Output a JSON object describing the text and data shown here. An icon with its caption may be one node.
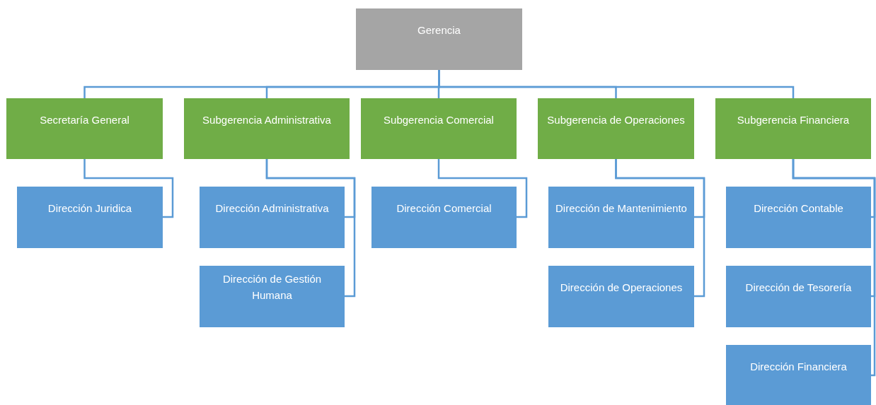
{
  "diagram": {
    "nodes": [
      {
        "text": [
          "Gerencia"
        ]
      },
      {
        "text": [
          "Secretaría General"
        ]
      },
      {
        "text": [
          "Dirección Juridica"
        ]
      },
      {
        "text": [
          "Subgerencia Administrativa"
        ]
      },
      {
        "text": [
          "Dirección Administrativa"
        ]
      },
      {
        "text": [
          "Dirección de Gestión Humana"
        ]
      },
      {
        "text": [
          "Subgerencia Comercial"
        ]
      },
      {
        "text": [
          "Dirección Comercial"
        ]
      },
      {
        "text": [
          "Subgerencia de Operaciones"
        ]
      },
      {
        "text": [
          "Dirección de Mantenimiento"
        ]
      },
      {
        "text": [
          "Dirección de Operaciones"
        ]
      },
      {
        "text": [
          "Subgerencia Financiera"
        ]
      },
      {
        "text": [
          "Dirección Contable"
        ]
      },
      {
        "text": [
          "Dirección de Tesorería"
        ]
      },
      {
        "text": [
          "Dirección Financiera"
        ]
      }
    ],
    "edges": [
      {
        "from": 0,
        "to": 1,
        "arrow": "none"
      },
      {
        "from": 0,
        "to": 3,
        "arrow": "none"
      },
      {
        "from": 0,
        "to": 6,
        "arrow": "none"
      },
      {
        "from": 0,
        "to": 8,
        "arrow": "none"
      },
      {
        "from": 0,
        "to": 11,
        "arrow": "none"
      },
      {
        "from": 1,
        "to": 2,
        "arrow": "none"
      },
      {
        "from": 3,
        "to": 4,
        "arrow": "none"
      },
      {
        "from": 3,
        "to": 5,
        "arrow": "none"
      },
      {
        "from": 6,
        "to": 7,
        "arrow": "none"
      },
      {
        "from": 8,
        "to": 9,
        "arrow": "none"
      },
      {
        "from": 8,
        "to": 10,
        "arrow": "none"
      },
      {
        "from": 11,
        "to": 12,
        "arrow": "none"
      },
      {
        "from": 11,
        "to": 13,
        "arrow": "none"
      },
      {
        "from": 11,
        "to": 14,
        "arrow": "none"
      }
    ]
  }
}
